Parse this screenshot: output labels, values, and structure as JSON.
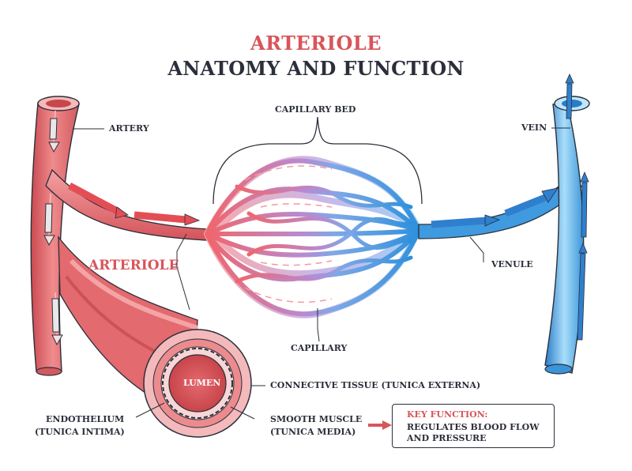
{
  "title": {
    "line1": "ARTERIOLE",
    "line2": "ANATOMY AND FUNCTION"
  },
  "labels": {
    "artery": "ARTERY",
    "capillary_bed": "CAPILLARY BED",
    "vein": "VEIN",
    "arteriole": "ARTERIOLE",
    "venule": "VENULE",
    "capillary": "CAPILLARY",
    "lumen": "LUMEN",
    "connective_tissue": "CONNECTIVE TISSUE (TUNICA EXTERNA)",
    "endothelium_line1": "ENDOTHELIUM",
    "endothelium_line2": "(TUNICA INTIMA)",
    "smooth_muscle_line1": "SMOOTH MUSCLE",
    "smooth_muscle_line2": "(TUNICA MEDIA)"
  },
  "key_function": {
    "heading": "KEY FUNCTION:",
    "text": "REGULATES BLOOD FLOW AND PRESSURE"
  },
  "colors": {
    "artery_red": "#e0666a",
    "artery_light": "#f4a4a4",
    "vein_blue": "#2f8fd8",
    "vein_light": "#9fd6f4",
    "text_dark": "#2b2f3a",
    "accent_red": "#d8555a"
  }
}
